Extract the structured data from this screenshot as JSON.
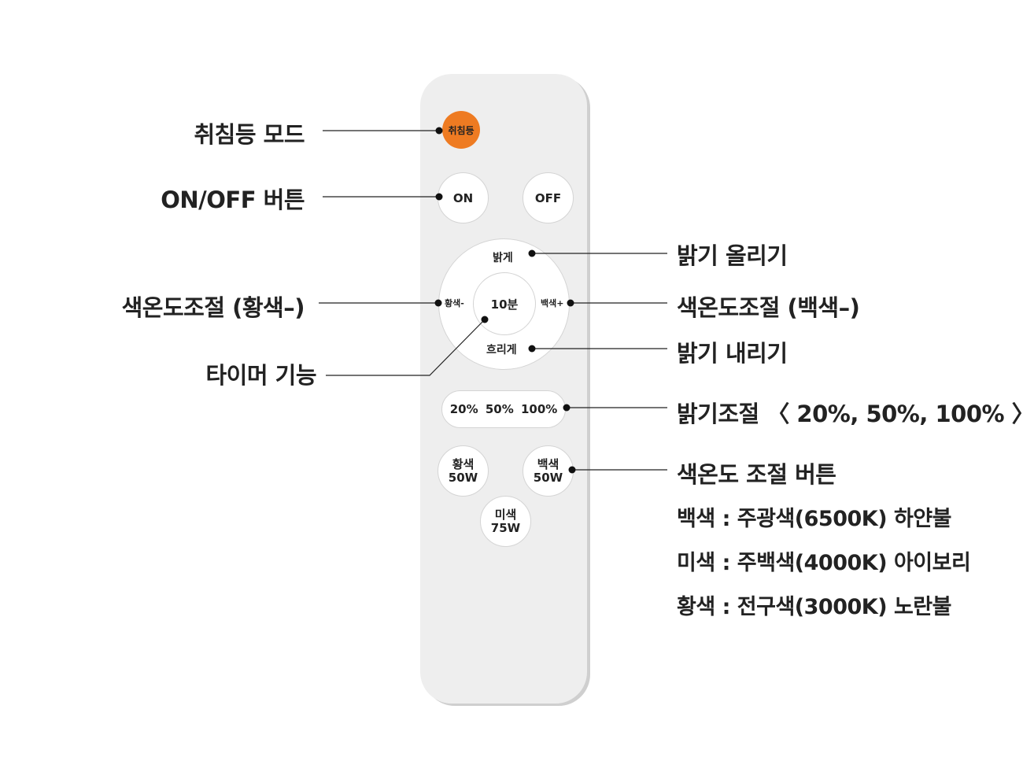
{
  "remote": {
    "sleep_button": "취침등",
    "on_button": "ON",
    "off_button": "OFF",
    "bright_up": "밝게",
    "bright_down": "흐리게",
    "warm_minus": "황색-",
    "white_plus": "백색+",
    "timer": "10분",
    "levels": "20% 50% 100%",
    "yellow_line1": "황색",
    "yellow_line2": "50W",
    "white_line1": "백색",
    "white_line2": "50W",
    "natural_line1": "미색",
    "natural_line2": "75W"
  },
  "labels": {
    "sleep_mode": "취침등 모드",
    "onoff": "ON/OFF 버튼",
    "color_temp_yellow": "색온도조절 (황색–)",
    "timer": "타이머 기능",
    "bright_up": "밝기 올리기",
    "color_temp_white": "색온도조절 (백색–)",
    "bright_down": "밝기 내리기",
    "brightness_levels": "밝기조절 〈 20%, 50%, 100% 〉",
    "color_buttons": "색온도 조절 버튼",
    "white_desc": "백색 : 주광색(6500K) 하얀불",
    "natural_desc": "미색 : 주백색(4000K) 아이보리",
    "yellow_desc": "황색 : 전구색(3000K) 노란불"
  },
  "colors": {
    "sleep_button": "#ee7b22",
    "remote_body": "#eeeeee"
  }
}
